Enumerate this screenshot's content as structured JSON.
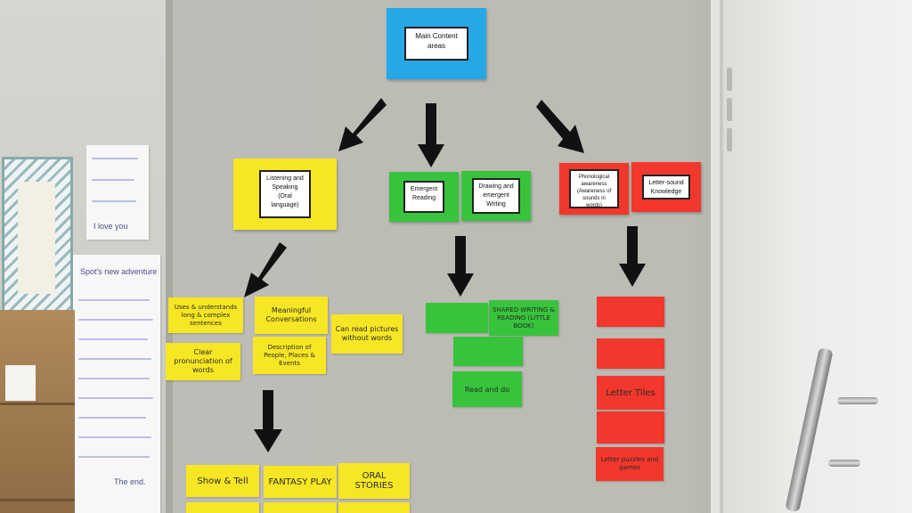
{
  "colors": {
    "blue": "#25a8e6",
    "yellow": "#f7e623",
    "green": "#37c43c",
    "red": "#f2372c",
    "arrow": "#111111"
  },
  "main": {
    "title": "Main Content areas"
  },
  "headings": {
    "listening": "Listening and Speaking (Oral language)",
    "emergent_reading": "Emergent Reading",
    "drawing_writing": "Drawing and emergent Writing",
    "phonological": "Phonological awareness (Awareness of sounds in words)",
    "letter_sound": "Letter-sound Knowledge"
  },
  "yellow_notes": {
    "uses_complex": "Uses & understands long & complex sentences",
    "meaningful": "Meaningful Conversations",
    "can_read_pictures": "Can read pictures without words",
    "clear_pronunciation": "Clear pronunciation of words",
    "description": "Description of People, Places & Events",
    "show_tell": "Show & Tell",
    "fantasy_play": "FANTASY PLAY",
    "oral_stories": "ORAL STORIES"
  },
  "green_notes": {
    "shared_writing": "SHARED WRITING & READING (LITTLE BOOK)",
    "read_and_do": "Read and do"
  },
  "red_notes": {
    "letter_tiles": "Letter Tiles",
    "letter_puzzles": "Letter puzzles and games"
  },
  "wall_papers": {
    "left_sheet_text": "Spot's new adventure",
    "left_sheet_end": "The end.",
    "small_sheet_line": "I love you"
  }
}
